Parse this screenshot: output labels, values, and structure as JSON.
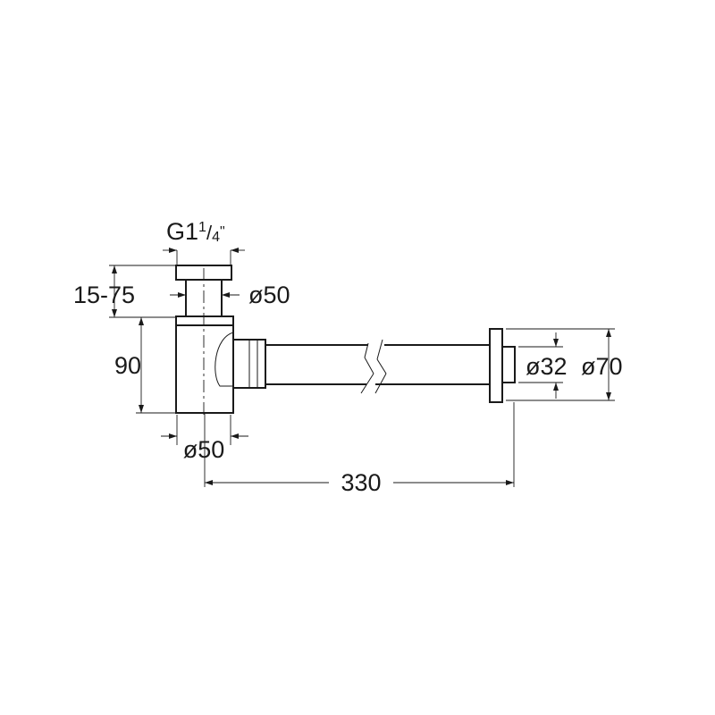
{
  "dimensions": {
    "thread": {
      "main": "G1",
      "sup_num": "1",
      "slash": "/",
      "sup_den": "4",
      "quote": "\""
    },
    "height_range": "15-75",
    "top_diameter": "ø50",
    "body_height": "90",
    "bottom_diameter": "ø50",
    "length": "330",
    "outlet_inner_diameter": "ø32",
    "outlet_flange_diameter": "ø70"
  },
  "colors": {
    "line": "#1a1a1a",
    "background": "#ffffff"
  }
}
